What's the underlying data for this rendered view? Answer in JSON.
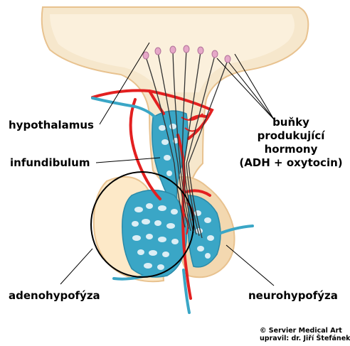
{
  "labels": {
    "hypothalamus": "hypothalamus",
    "infundibulum": "infundibulum",
    "adenohypofyza": "adenohypofýza",
    "neurohypofyza": "neurohypofýza",
    "cells": [
      "buňky",
      "produkující",
      "hormony",
      "(ADH + oxytocin)"
    ]
  },
  "credit": [
    "© Servier Medical Art",
    "upravil: dr. Jiří Štefánek"
  ],
  "colors": {
    "tissue": "#f6e7cc",
    "tissue_edge": "#e8c28f",
    "anterior": "#fde9c8",
    "capillary": "#3aa6c6",
    "artery": "#e32020",
    "neuron_body": "#e6a8c8",
    "axon": "#333333",
    "circle": "#000000"
  }
}
